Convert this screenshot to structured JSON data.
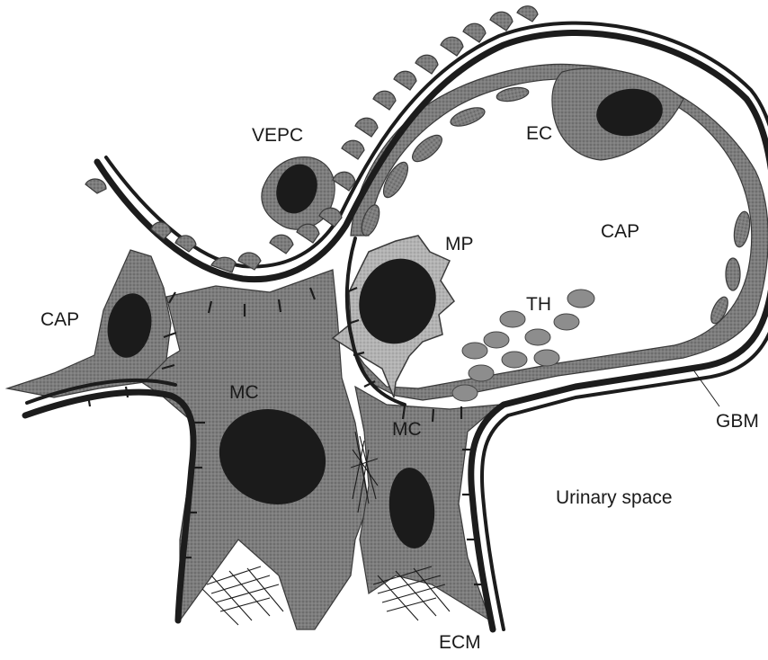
{
  "labels": {
    "vepc": "VEPC",
    "ec": "EC",
    "cap_lumen": "CAP",
    "mp": "MP",
    "th": "TH",
    "cap_left": "CAP",
    "mc_left": "MC",
    "mc_right": "MC",
    "gbm": "GBM",
    "urinary_space": "Urinary space",
    "ecm": "ECM"
  },
  "colors": {
    "cell_fill": "#7a7a7a",
    "cell_fill_light": "#b4b4b4",
    "nucleus": "#1b1b1b",
    "membrane": "#1c1c1c",
    "background": "#ffffff"
  }
}
